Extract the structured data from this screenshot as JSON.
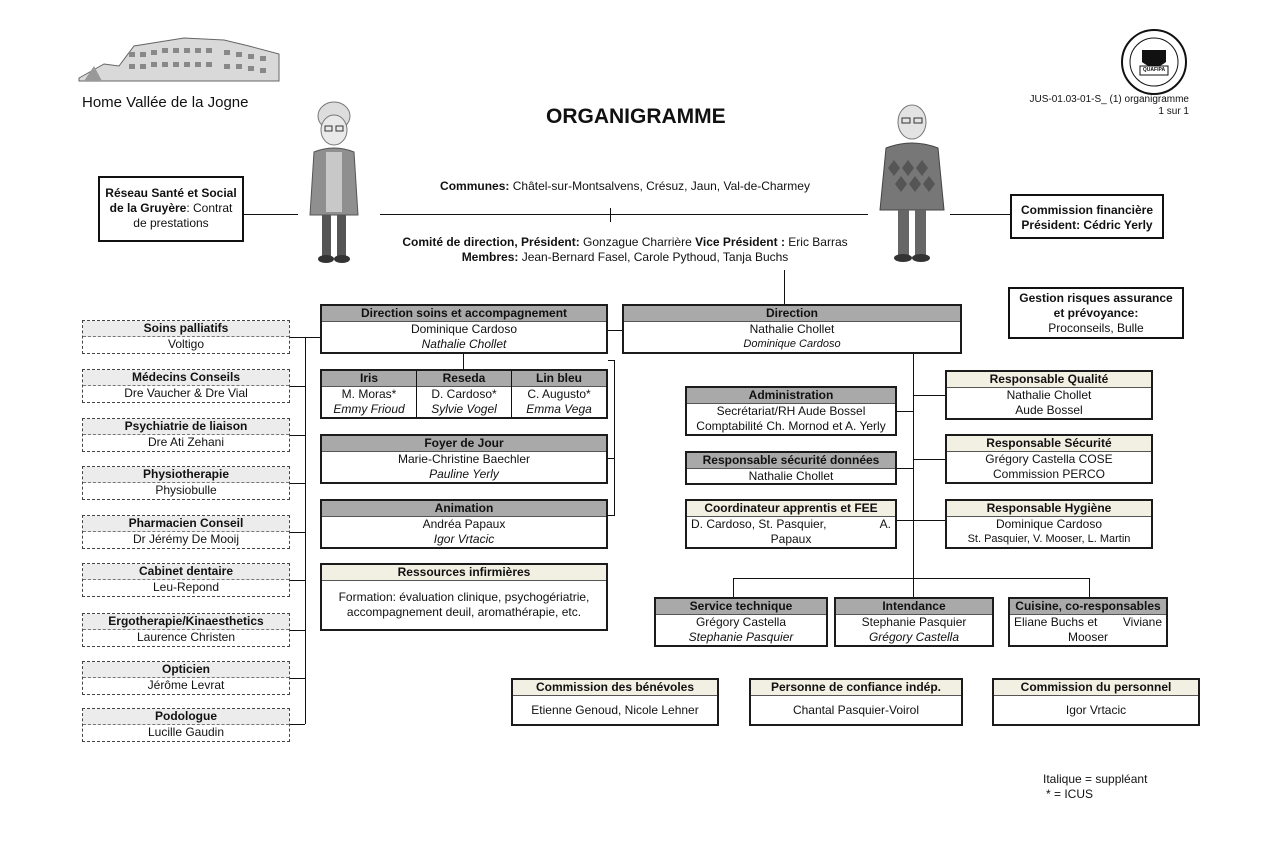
{
  "header": {
    "logo_text": "Home Vallée de la Jogne",
    "title": "ORGANIGRAMME",
    "doc_ref": "JUS-01.03-01-S_ (1) organigramme",
    "page": "1 sur 1",
    "seal_text": "QUAFIPA"
  },
  "top": {
    "reseau": [
      "Réseau Santé et Social",
      "de la Gruyère",
      ": Contrat",
      "de prestations"
    ],
    "communes_label": "Communes:",
    "communes": " Châtel-sur-Montsalvens, Crésuz, Jaun, Val-de-Charmey",
    "comite_label": "Comité de direction, Président:",
    "comite_pres": " Gonzague Charrière ",
    "comite_vp_label": "Vice Président :",
    "comite_vp": " Eric Barras",
    "membres_label": "Membres:",
    "membres": " Jean-Bernard Fasel, Carole Pythoud, Tanja Buchs",
    "commission_fin": "Commission financière",
    "commission_fin_pres": "Président: Cédric Yerly"
  },
  "left_boxes": [
    {
      "title": "Soins palliatifs",
      "value": "Voltigo"
    },
    {
      "title": "Médecins Conseils",
      "value": "Dre Vaucher & Dre Vial"
    },
    {
      "title": "Psychiatrie de liaison",
      "value": "Dre Ati Zehani"
    },
    {
      "title": "Physiotherapie",
      "value": "Physiobulle"
    },
    {
      "title": "Pharmacien Conseil",
      "value": "Dr Jérémy De Mooij"
    },
    {
      "title": "Cabinet dentaire",
      "value": "Leu-Repond"
    },
    {
      "title": "Ergotherapie/Kinaesthetics",
      "value": "Laurence Christen"
    },
    {
      "title": "Opticien",
      "value": "Jérôme Levrat"
    },
    {
      "title": "Podologue",
      "value": "Lucille Gaudin"
    }
  ],
  "dsa": {
    "title": "Direction soins et accompagnement",
    "name": "Dominique Cardoso",
    "deputy": "Nathalie Chollet"
  },
  "units": [
    {
      "title": "Iris",
      "name": "M. Moras*",
      "deputy": "Emmy Frioud"
    },
    {
      "title": "Reseda",
      "name": "D. Cardoso*",
      "deputy": "Sylvie Vogel"
    },
    {
      "title": "Lin bleu",
      "name": "C. Augusto*",
      "deputy": "Emma Vega"
    }
  ],
  "foyer": {
    "title": "Foyer de Jour",
    "name": "Marie-Christine Baechler",
    "deputy": "Pauline Yerly"
  },
  "animation": {
    "title": "Animation",
    "name": "Andréa Papaux",
    "deputy": "Igor Vrtacic"
  },
  "ressources": {
    "title": "Ressources infirmières",
    "text": "Formation: évaluation clinique, psychogériatrie, accompagnement deuil, aromathérapie, etc."
  },
  "direction": {
    "title": "Direction",
    "name": "Nathalie Chollet",
    "deputy": "Dominique Cardoso"
  },
  "gestion": {
    "line1": "Gestion risques assurance",
    "line2": "et prévoyance:",
    "line3": "Proconseils, Bulle"
  },
  "administration": {
    "title": "Administration",
    "line1": "Secrétariat/RH Aude Bossel",
    "line2": "Comptabilité Ch. Mornod et A. Yerly"
  },
  "rsd": {
    "title": "Responsable sécurité données",
    "name": "Nathalie Chollet"
  },
  "coord": {
    "title": "Coordinateur apprentis et FEE",
    "line1": "D. Cardoso, St. Pasquier,",
    "line1b": "A.",
    "line2": "Papaux"
  },
  "resp_qualite": {
    "title": "Responsable Qualité",
    "line1": "Nathalie Chollet",
    "line2": "Aude Bossel"
  },
  "resp_securite": {
    "title": "Responsable Sécurité",
    "line1": "Grégory Castella COSE",
    "line2": "Commission PERCO"
  },
  "resp_hygiene": {
    "title": "Responsable Hygiène",
    "line1": "Dominique Cardoso",
    "line2": "St. Pasquier, V. Mooser, L. Martin"
  },
  "services": [
    {
      "title": "Service technique",
      "name": "Grégory Castella",
      "deputy": "Stephanie Pasquier"
    },
    {
      "title": "Intendance",
      "name": "Stephanie Pasquier",
      "deputy": "Grégory Castella"
    },
    {
      "title": "Cuisine, co-responsables",
      "name": "Eliane Buchs et",
      "name_b": "Viviane",
      "deputy": "Mooser"
    }
  ],
  "commissions": [
    {
      "title": "Commission des bénévoles",
      "value": "Etienne Genoud, Nicole Lehner"
    },
    {
      "title": "Personne de confiance indép.",
      "value": "Chantal Pasquier-Voirol"
    },
    {
      "title": "Commission du personnel",
      "value": "Igor Vrtacic"
    }
  ],
  "legend": {
    "line1": "Italique = suppléant",
    "line2": "* = ICUS"
  }
}
